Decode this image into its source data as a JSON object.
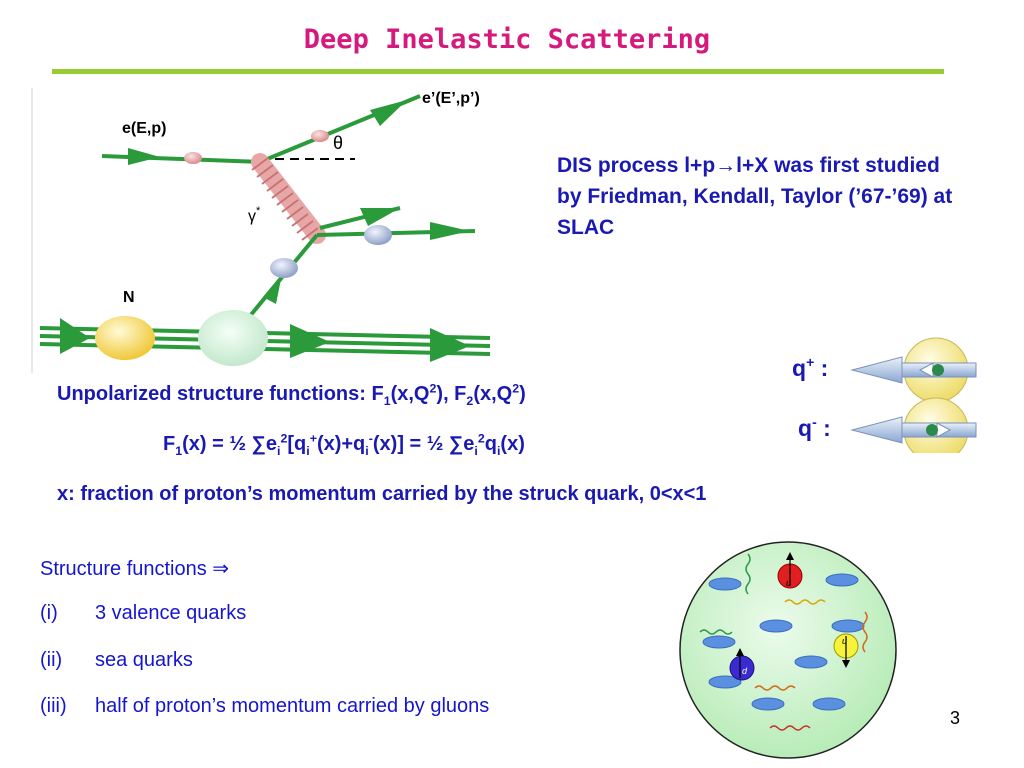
{
  "title": "Deep Inelastic Scattering",
  "diagram": {
    "incoming_electron": "e(E,p)",
    "outgoing_electron": "e’(E’,p’)",
    "angle": "θ",
    "photon": "γ",
    "photon_sup": "*",
    "nucleon": "N"
  },
  "dis_text": "DIS process l+p→l+X was first studied by Friedman, Kendall, Taylor (’67-’69) at SLAC",
  "quark_legend": {
    "plus_label": "q",
    "plus_sup": "+",
    "minus_label": "q",
    "minus_sup": "-",
    "colon": " :"
  },
  "unpolarized": {
    "a": "Unpolarized structure functions: F",
    "b": "1",
    "c": "(x,Q",
    "d": "2",
    "e": "), F",
    "f": "2",
    "g": "(x,Q",
    "h": "2",
    "i": ")"
  },
  "f1_equation": {
    "t1": "F",
    "t2": "1",
    "t3": "(x) = ½ ∑e",
    "t4": "i",
    "t5": "2",
    "t6": "[q",
    "t7": "i",
    "t8": "+",
    "t9": "(x)+q",
    "t10": "i",
    "t11": "-",
    "t12": "(x)] = ½ ∑e",
    "t13": "i",
    "t14": "2",
    "t15": "q",
    "t16": "i",
    "t17": "(x)"
  },
  "x_definition": "x: fraction of proton’s momentum carried by the struck quark, 0<x<1",
  "structure_functions": {
    "heading": "Structure functions  ⇒",
    "items": [
      {
        "roman": "(i)",
        "text": "3 valence quarks"
      },
      {
        "roman": "(ii)",
        "text": "sea quarks"
      },
      {
        "roman": "(iii)",
        "text": "half of proton’s momentum carried by gluons"
      }
    ]
  },
  "proton_quarks": {
    "u1": "u",
    "u2": "u",
    "d": "d"
  },
  "page_number": "3",
  "colors": {
    "title": "#d6197c",
    "accent_rule": "#99cc33",
    "text_blue": "#1a1ab3",
    "line_green": "#2a9a3a"
  }
}
